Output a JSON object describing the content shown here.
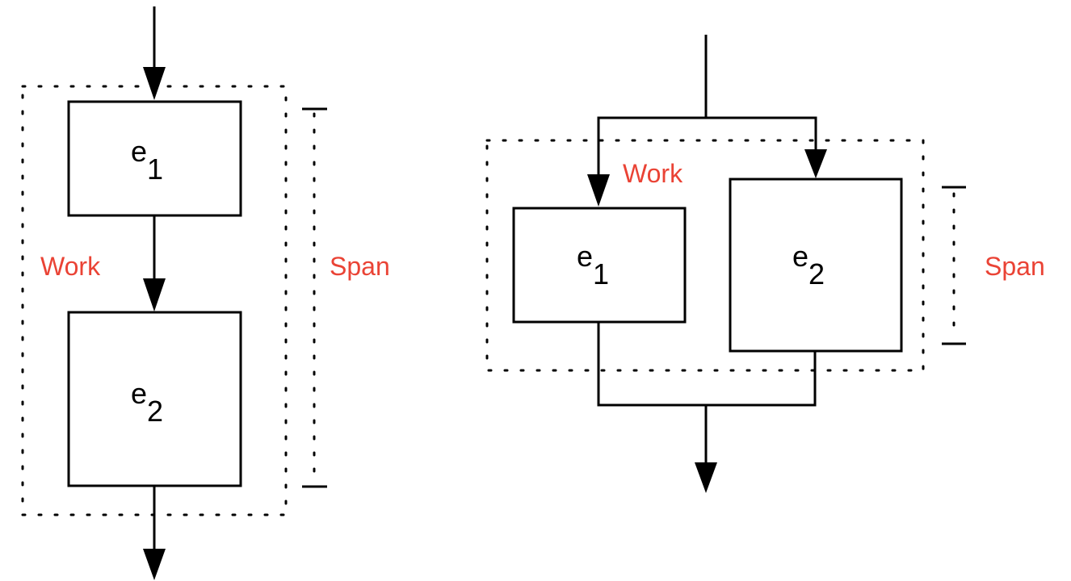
{
  "colors": {
    "annotation": "#ea4335",
    "stroke": "#000000",
    "background": "#ffffff"
  },
  "diagrams": [
    {
      "name": "sequential",
      "nodes": [
        {
          "base": "e",
          "sub": "1"
        },
        {
          "base": "e",
          "sub": "2"
        }
      ],
      "work_label": "Work",
      "span_label": "Span"
    },
    {
      "name": "parallel",
      "nodes": [
        {
          "base": "e",
          "sub": "1"
        },
        {
          "base": "e",
          "sub": "2"
        }
      ],
      "work_label": "Work",
      "span_label": "Span"
    }
  ]
}
